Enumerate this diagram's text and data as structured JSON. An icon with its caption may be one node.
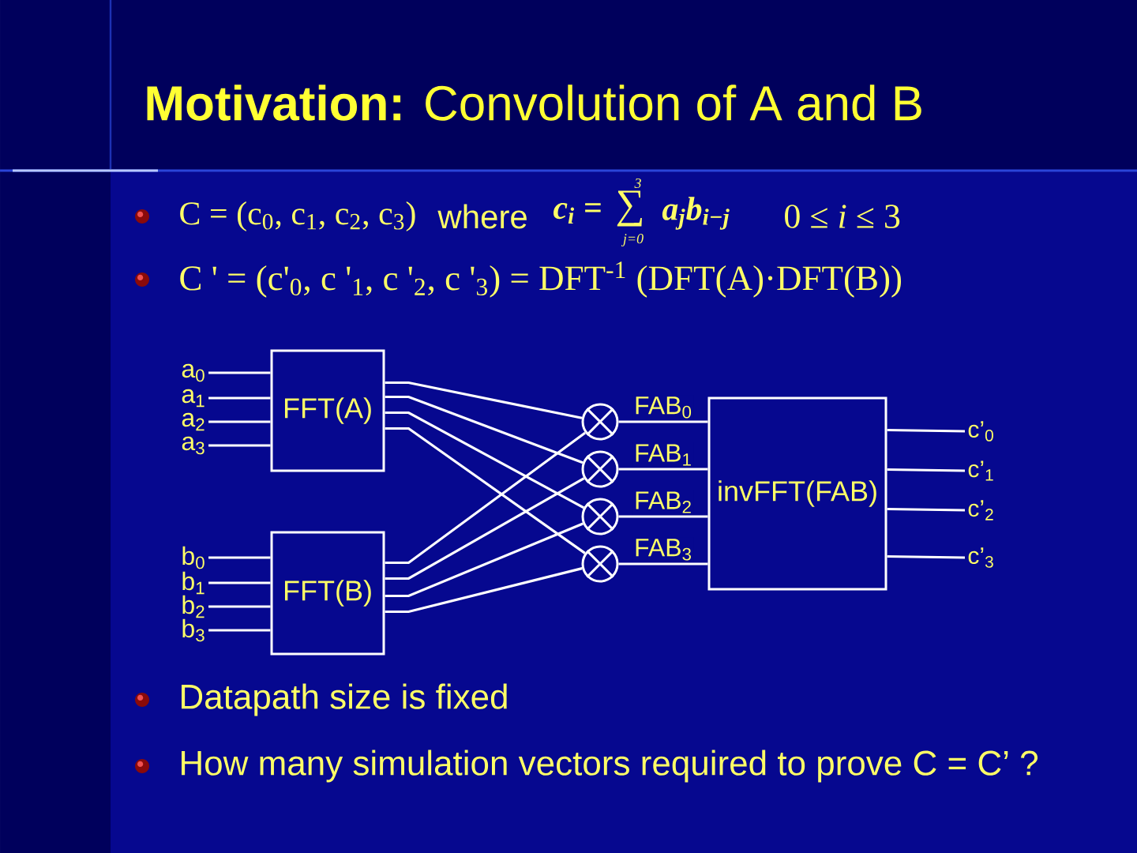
{
  "diagram": {
    "title": "**Motivation:** Convolution of A and B",
    "nodes": [
      {
        "text": [
          "a$_{0}$"
        ]
      },
      {
        "text": [
          "a$_{1}$"
        ]
      },
      {
        "text": [
          "a$_{2}$"
        ]
      },
      {
        "text": [
          "a$_{3}$"
        ]
      },
      {
        "text": [
          "FFT(A)"
        ]
      },
      {
        "text": [
          "b$_{0}$"
        ]
      },
      {
        "text": [
          "b$_{1}$"
        ]
      },
      {
        "text": [
          "b$_{2}$"
        ]
      },
      {
        "text": [
          "b$_{3}$"
        ]
      },
      {
        "text": [
          "FFT(B)"
        ]
      },
      {
        "text": [],
        "shape": "circle"
      },
      {
        "text": [],
        "shape": "circle"
      },
      {
        "text": [],
        "shape": "circle"
      },
      {
        "text": [],
        "shape": "circle"
      },
      {
        "text": [
          "invFFT(FAB)"
        ]
      },
      {
        "text": [
          "c’$_{0}$"
        ]
      },
      {
        "text": [
          "c’$_{1}$"
        ]
      },
      {
        "text": [
          "c’$_{2}$"
        ]
      },
      {
        "text": [
          "c’$_{3}$"
        ]
      }
    ],
    "edges": [
      {
        "from": 0,
        "to": 4,
        "arrow": "none"
      },
      {
        "from": 1,
        "to": 4,
        "arrow": "none"
      },
      {
        "from": 2,
        "to": 4,
        "arrow": "none"
      },
      {
        "from": 3,
        "to": 4,
        "arrow": "none"
      },
      {
        "from": 5,
        "to": 9,
        "arrow": "none"
      },
      {
        "from": 6,
        "to": 9,
        "arrow": "none"
      },
      {
        "from": 7,
        "to": 9,
        "arrow": "none"
      },
      {
        "from": 8,
        "to": 9,
        "arrow": "none"
      },
      {
        "from": 4,
        "to": 10,
        "arrow": "none"
      },
      {
        "from": 4,
        "to": 11,
        "arrow": "none"
      },
      {
        "from": 4,
        "to": 12,
        "arrow": "none"
      },
      {
        "from": 4,
        "to": 13,
        "arrow": "none"
      },
      {
        "from": 9,
        "to": 10,
        "arrow": "none"
      },
      {
        "from": 9,
        "to": 11,
        "arrow": "none"
      },
      {
        "from": 9,
        "to": 12,
        "arrow": "none"
      },
      {
        "from": 9,
        "to": 13,
        "arrow": "none"
      },
      {
        "from": 10,
        "to": 14,
        "arrow": "none",
        "label": "FAB$_{0}$"
      },
      {
        "from": 11,
        "to": 14,
        "arrow": "none",
        "label": "FAB$_{1}$"
      },
      {
        "from": 12,
        "to": 14,
        "arrow": "none",
        "label": "FAB$_{2}$"
      },
      {
        "from": 13,
        "to": 14,
        "arrow": "none",
        "label": "FAB$_{3}$"
      },
      {
        "from": 14,
        "to": 15,
        "arrow": "none"
      },
      {
        "from": 14,
        "to": 16,
        "arrow": "none"
      },
      {
        "from": 14,
        "to": 17,
        "arrow": "none"
      },
      {
        "from": 14,
        "to": 18,
        "arrow": "none"
      }
    ],
    "labels": [
      "C = (c$_{0}$, c$_{1}$, c$_{2}$, c$_{3}$)",
      "where",
      "c$_{i}$ =",
      "∑",
      "3",
      "j=0",
      "a$_{j}$b$_{i−j}$",
      "0 ≤ *i* ≤ 3",
      "C ' = (c'$_{0}$, c '$_{1}$, c '$_{2}$, c '$_{3}$) = DFT$^{-1}$ (DFT(A)·DFT(B))",
      "Datapath size is fixed",
      "How many simulation vectors required to prove C = C’ ?"
    ]
  }
}
